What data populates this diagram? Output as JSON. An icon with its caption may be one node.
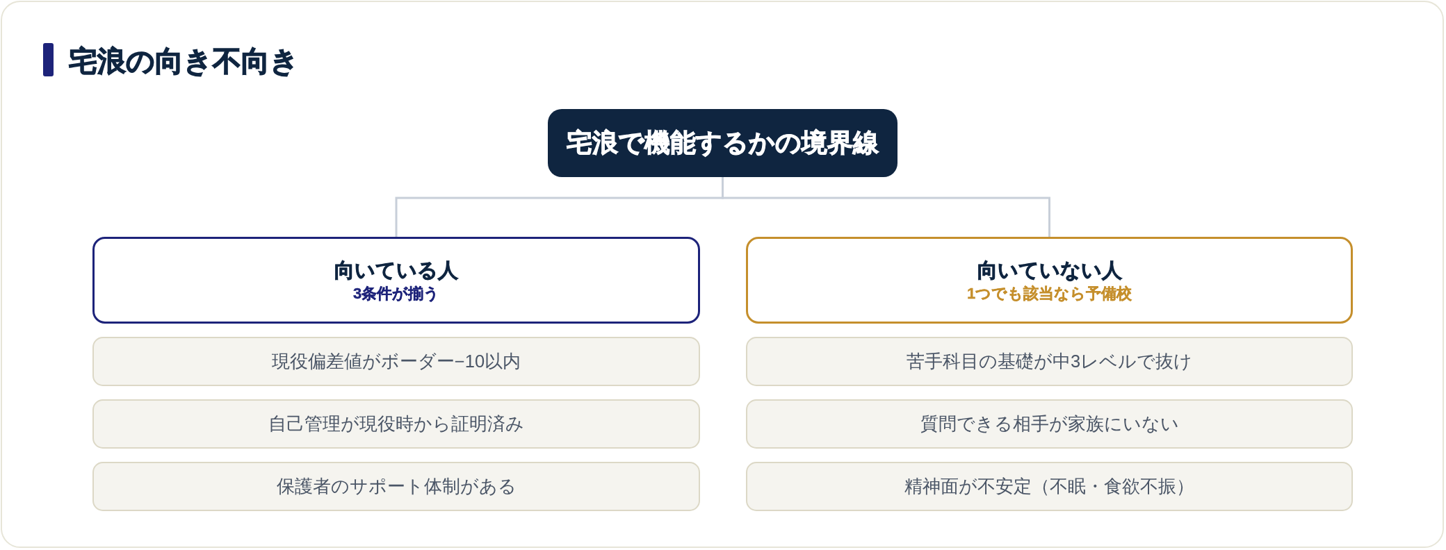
{
  "diagram": {
    "title": "宅浪の向き不向き",
    "nodes": [
      {
        "text": [
          "宅浪で機能するかの境界線"
        ]
      },
      {
        "text": [
          "向いている人",
          "3条件が揃う"
        ]
      },
      {
        "text": [
          "向いていない人",
          "1つでも該当なら予備校"
        ]
      },
      {
        "text": [
          "現役偏差値がボーダー−10以内"
        ]
      },
      {
        "text": [
          "自己管理が現役時から証明済み"
        ]
      },
      {
        "text": [
          "保護者のサポート体制がある"
        ]
      },
      {
        "text": [
          "苦手科目の基礎が中3レベルで抜け"
        ]
      },
      {
        "text": [
          "質問できる相手が家族にいない"
        ]
      },
      {
        "text": [
          "精神面が不安定（不眠・食欲不振）"
        ]
      }
    ],
    "edges": [
      {
        "from": 0,
        "to": 1,
        "arrow": "none"
      },
      {
        "from": 0,
        "to": 2,
        "arrow": "none"
      }
    ]
  }
}
